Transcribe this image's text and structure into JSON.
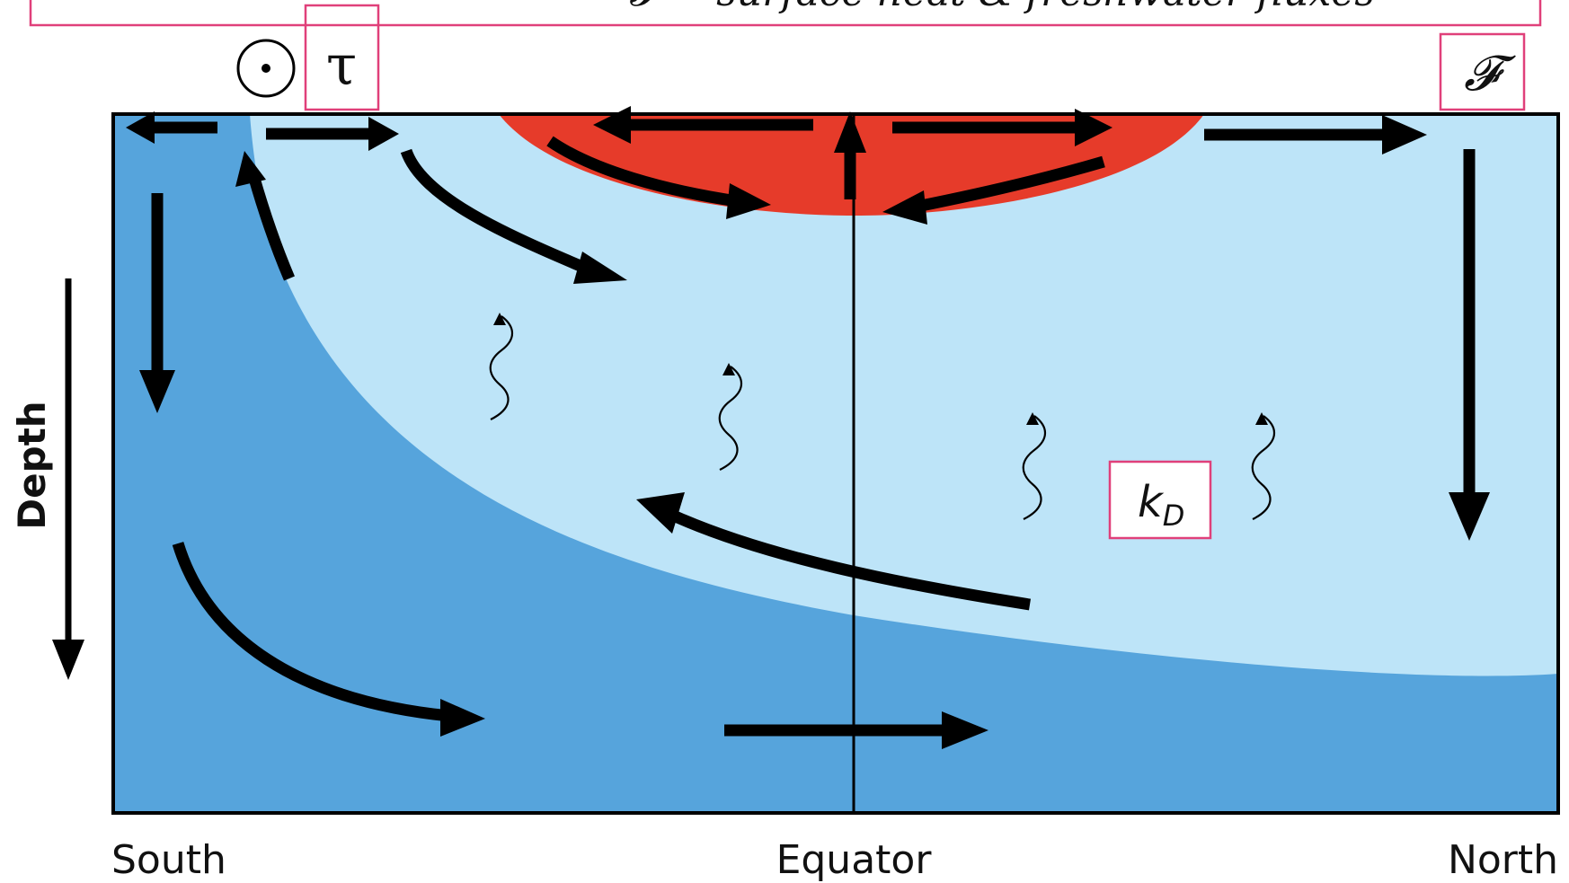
{
  "header": {
    "text": "𝓕 = surface heat & freshwater fluxes"
  },
  "symbols": {
    "out_of_page": "⊙",
    "tau": "τ",
    "flux": "𝓕",
    "kd_base": "k",
    "kd_sub": "D"
  },
  "axis": {
    "depth": "Depth",
    "south": "South",
    "equator": "Equator",
    "north": "North"
  },
  "colors": {
    "deep_water": "#56a4dc",
    "upper_water": "#bde4f8",
    "warm_pool": "#e63b2a",
    "highlight_box": "#e0407a",
    "arrow": "#000000"
  }
}
